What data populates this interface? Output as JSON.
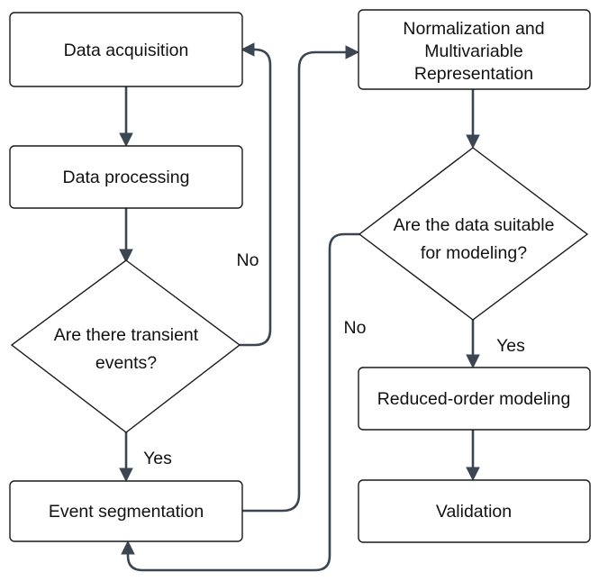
{
  "nodes": {
    "data_acquisition": "Data acquisition",
    "data_processing": "Data processing",
    "transient_question": {
      "line1": "Are there transient",
      "line2": "events?"
    },
    "event_segmentation": "Event segmentation",
    "normalization": {
      "line1": "Normalization and",
      "line2": "Multivariable",
      "line3": "Representation"
    },
    "suitable_question": {
      "line1": "Are the data suitable",
      "line2": "for modeling?"
    },
    "reduced_order_modeling": "Reduced-order modeling",
    "validation": "Validation"
  },
  "edge_labels": {
    "transient_no": "No",
    "transient_yes": "Yes",
    "suitable_no": "No",
    "suitable_yes": "Yes"
  },
  "colors": {
    "connector": "#3c4652",
    "node_border": "#1a1a1a",
    "text": "#111111",
    "background": "#ffffff"
  }
}
